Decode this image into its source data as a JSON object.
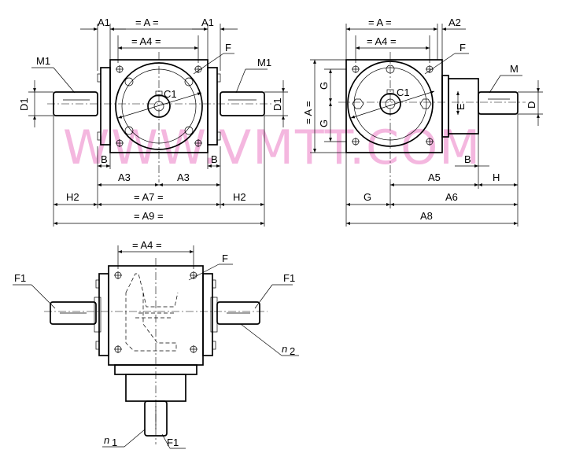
{
  "watermark": "WWW.VMTT.COM",
  "front_view": {
    "labels": {
      "A1_left": "A1",
      "A_top": "= A =",
      "A1_right": "A1",
      "A4": "= A4 =",
      "F": "F",
      "M1_left": "M1",
      "M1_right": "M1",
      "D1_left": "D1",
      "D1_right": "D1",
      "C1": "C1",
      "B_left": "B",
      "B_right": "B",
      "A3_left": "A3",
      "A3_right": "A3",
      "H2_left": "H2",
      "A7": "= A7 =",
      "H2_right": "H2",
      "A9": "= A9 ="
    }
  },
  "side_view": {
    "labels": {
      "A_top": "= A =",
      "A2": "A2",
      "A4": "= A4 =",
      "F": "F",
      "M": "M",
      "G_upper": "G",
      "A_vertical": "= A =",
      "G_lower": "G",
      "C1": "C1",
      "E": "E",
      "D": "D",
      "B": "B",
      "A5": "A5",
      "H": "H",
      "G_bottom": "G",
      "A6": "A6",
      "A8": "A8"
    }
  },
  "top_view": {
    "labels": {
      "A4": "= A4 =",
      "F": "F",
      "F1_left": "F1",
      "F1_right": "F1",
      "n2": "n",
      "n2_sub": "2",
      "n1": "n",
      "n1_sub": "1",
      "F1_bottom": "F1"
    }
  }
}
